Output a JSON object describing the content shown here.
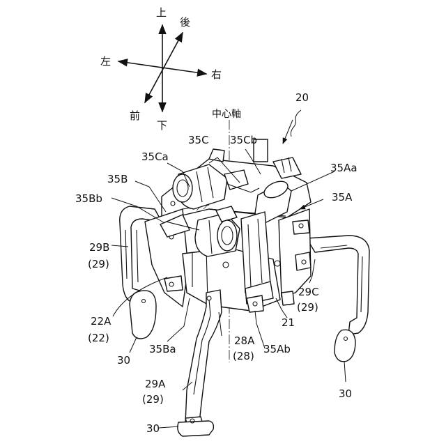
{
  "figure_number": "20",
  "axes": {
    "up": "上",
    "back": "後",
    "left": "左",
    "right": "右",
    "front": "前",
    "down": "下"
  },
  "center_axis": "中心軸",
  "labels": {
    "l35Cb": "35Cb",
    "l35C": "35C",
    "l35Ca": "35Ca",
    "l35Aa": "35Aa",
    "l35B": "35B",
    "l35A": "35A",
    "l35Bb": "35Bb",
    "l29B": "29B",
    "l29B_paren": "(29)",
    "l29C": "29C",
    "l29C_paren": "(29)",
    "l22A": "22A",
    "l22A_paren": "(22)",
    "l21": "21",
    "l28A": "28A",
    "l28A_paren": "(28)",
    "l30_left": "30",
    "l35Ba": "35Ba",
    "l35Ab": "35Ab",
    "l29A": "29A",
    "l29A_paren": "(29)",
    "l30_bottom": "30",
    "l30_right": "30"
  }
}
